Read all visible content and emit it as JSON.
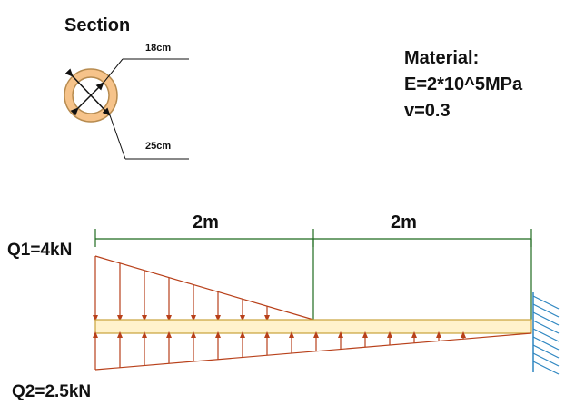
{
  "section": {
    "title": "Section",
    "inner_label": "18cm",
    "outer_label": "25cm"
  },
  "material": {
    "title": "Material:",
    "modulus": "E=2*10^5MPa",
    "poisson": "v=0.3"
  },
  "dimensions": {
    "span_left": "2m",
    "span_right": "2m"
  },
  "loads": {
    "q1_label": "Q1=4kN",
    "q2_label": "Q2=2.5kN",
    "q1_arrow_count": 8,
    "q2_arrow_count": 16
  },
  "colors": {
    "load": "#b8401a",
    "dimension": "#1f6b1f",
    "beam_fill": "#fff2cc",
    "beam_stroke": "#c9a23a",
    "ring_fill": "#f6c38a",
    "ring_stroke": "#b78b4f",
    "support": "#2e86c1",
    "text": "#111111"
  },
  "icons": {
    "fixed_support": "hatched-wall-icon"
  }
}
